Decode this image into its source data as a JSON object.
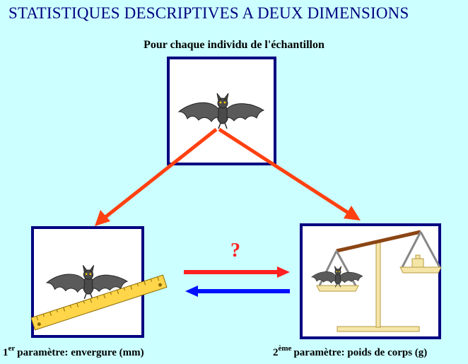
{
  "title": "STATISTIQUES DESCRIPTIVES A DEUX DIMENSIONS",
  "subtitle": "Pour chaque individu de l'échantillon",
  "question_mark": "?",
  "left_caption": {
    "ordinal": "1",
    "ordinal_suffix": "er",
    "text": "paramètre: envergure (mm)"
  },
  "right_caption": {
    "ordinal": "2",
    "ordinal_suffix": "ème",
    "text": "paramètre: poids de corps (g)"
  },
  "colors": {
    "background": "#ccffff",
    "title": "#000080",
    "frame_border": "#000080",
    "orange_arrow": "#ff4010",
    "red_arrow": "#ff2020",
    "blue_arrow": "#0010ff",
    "bat": "#555555",
    "ruler": "#ffd54a",
    "scale_beam": "#8b4513"
  },
  "icons": {
    "top": "bat-icon",
    "left": "bat-with-ruler-icon",
    "right": "bat-on-balance-scale-icon"
  }
}
